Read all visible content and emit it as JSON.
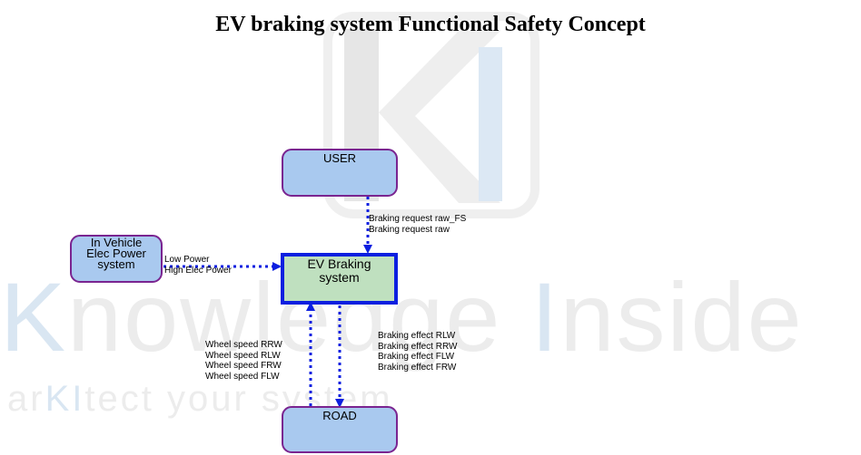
{
  "title": "EV braking system Functional Safety Concept",
  "watermark": {
    "brand_k": "K",
    "brand_rest": "nowledge",
    "brand_i": "I",
    "brand_end": "nside",
    "tagline_pre": "ar",
    "tagline_ki": "KI",
    "tagline_post": "tect your system"
  },
  "nodes": {
    "user": "USER",
    "in_vehicle_line1": "In Vehicle",
    "in_vehicle_line2": "Elec Power",
    "in_vehicle_line3": "system",
    "ev_braking_line1": "EV Braking",
    "ev_braking_line2": "system",
    "road": "ROAD"
  },
  "flows": {
    "user_to_ev": [
      "Braking request raw_FS",
      "Braking request raw"
    ],
    "power_to_ev": [
      "Low Power",
      "High Elec Power"
    ],
    "road_to_ev": [
      "Wheel speed RRW",
      "Wheel speed RLW",
      "Wheel speed FRW",
      "Wheel speed FLW"
    ],
    "ev_to_road": [
      "Braking effect RLW",
      "Braking effect RRW",
      "Braking effect FLW",
      "Braking effect FRW"
    ]
  },
  "colors": {
    "node_fill": "#a9c9ef",
    "node_border": "#7a2490",
    "main_fill": "#bfe0bf",
    "main_border": "#0b1fe0",
    "flow_line": "#0b1fe0"
  }
}
